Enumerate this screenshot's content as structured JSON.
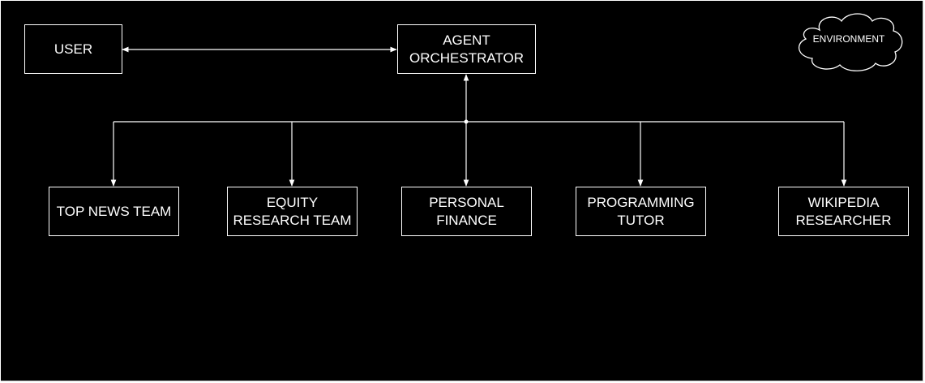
{
  "diagram": {
    "colors": {
      "background": "#000000",
      "stroke": "#ffffff",
      "text": "#ffffff"
    },
    "nodes": {
      "user": {
        "label": "USER"
      },
      "orchestrator": {
        "label": "AGENT\nORCHESTRATOR"
      },
      "top_news_team": {
        "label": "TOP NEWS TEAM"
      },
      "equity_research_team": {
        "label": "EQUITY\nRESEARCH TEAM"
      },
      "personal_finance": {
        "label": "PERSONAL\nFINANCE"
      },
      "programming_tutor": {
        "label": "PROGRAMMING\nTUTOR"
      },
      "wikipedia_researcher": {
        "label": "WIKIPEDIA\nRESEARCHER"
      },
      "environment": {
        "label": "ENVIRONMENT",
        "shape": "cloud-icon"
      }
    },
    "edges": [
      {
        "from": "user",
        "to": "orchestrator",
        "direction": "bidirectional"
      },
      {
        "from": "orchestrator",
        "to": "top_news_team",
        "direction": "both-via-bus"
      },
      {
        "from": "orchestrator",
        "to": "equity_research_team",
        "direction": "both-via-bus"
      },
      {
        "from": "orchestrator",
        "to": "personal_finance",
        "direction": "both-via-bus"
      },
      {
        "from": "orchestrator",
        "to": "programming_tutor",
        "direction": "both-via-bus"
      },
      {
        "from": "orchestrator",
        "to": "wikipedia_researcher",
        "direction": "both-via-bus"
      }
    ]
  }
}
